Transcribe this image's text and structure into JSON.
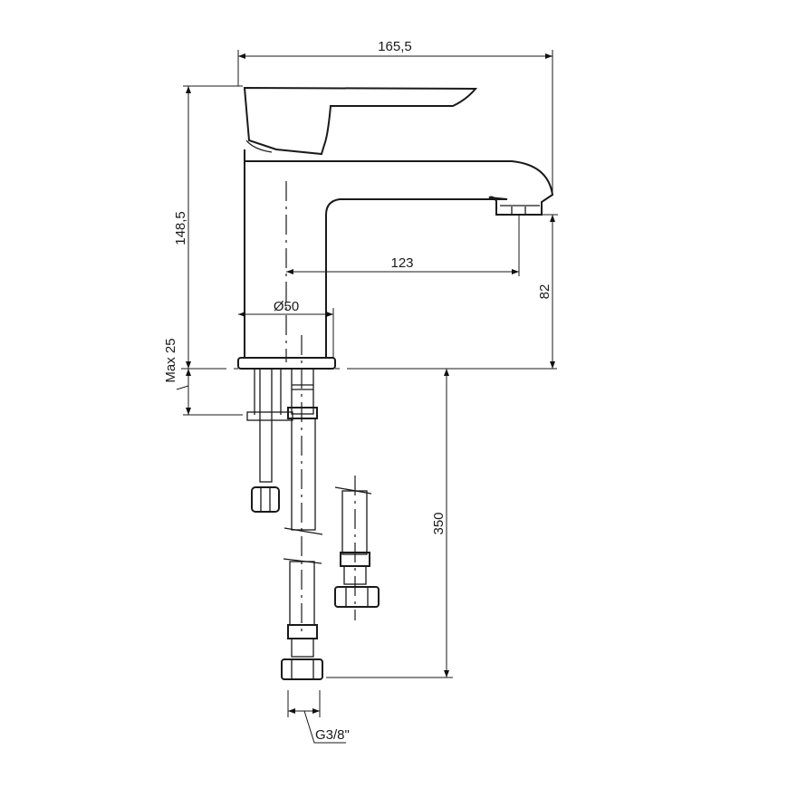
{
  "dimensions": {
    "overall_length": "165,5",
    "overall_height": "148,5",
    "spout_reach": "123",
    "spout_height": "82",
    "base_diameter": "Ø50",
    "max_deck_thickness": "Max 25",
    "hose_length": "350",
    "connection_thread": "G3/8\""
  },
  "colors": {
    "line": "#1a1a1a",
    "background": "#ffffff"
  }
}
